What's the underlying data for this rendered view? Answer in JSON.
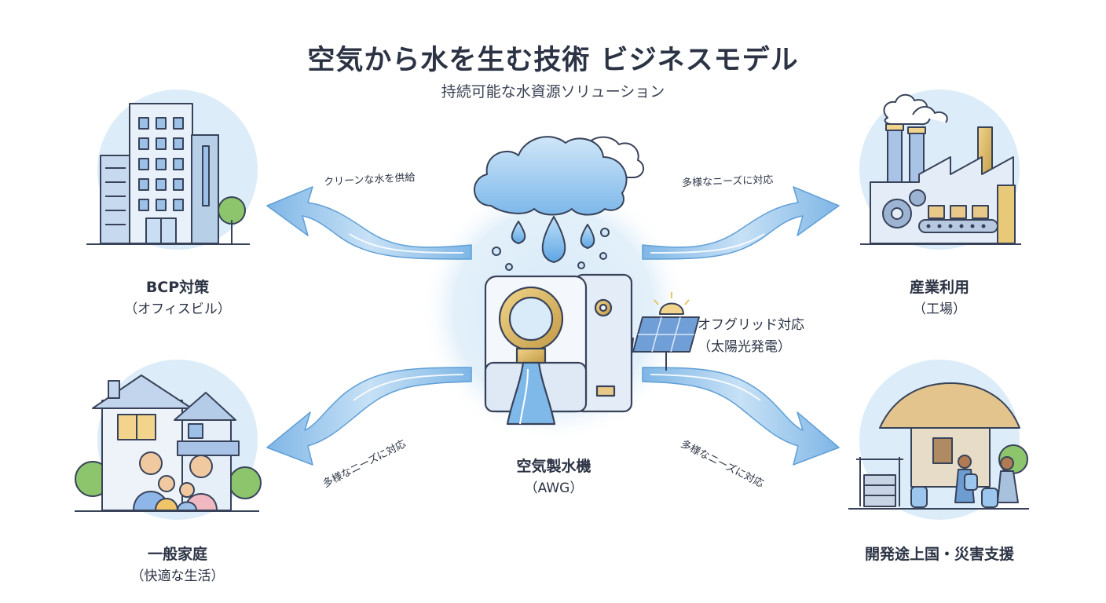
{
  "title": "空気から水を生む技術 ビジネスモデル",
  "subtitle": "持続可能な水資源ソリューション",
  "center": {
    "name": "空気製水機",
    "sub": "（AWG）"
  },
  "solar": {
    "name": "オフグリッド対応",
    "sub": "（太陽光発電）"
  },
  "nodes": [
    {
      "id": "office",
      "name": "BCP対策",
      "sub": "（オフィスビル）"
    },
    {
      "id": "home",
      "name": "一般家庭",
      "sub": "（快適な生活）"
    },
    {
      "id": "factory",
      "name": "産業利用",
      "sub": "（工場）"
    },
    {
      "id": "village",
      "name": "開発途上国・災害支援",
      "sub": ""
    }
  ],
  "arrows": [
    {
      "id": "top-left",
      "label": "クリーンな水を供給"
    },
    {
      "id": "bottom-left",
      "label": "多様なニーズに対応"
    },
    {
      "id": "top-right",
      "label": "多様なニーズに対応"
    },
    {
      "id": "bottom-right",
      "label": "多様なニーズに対応"
    }
  ],
  "colors": {
    "circle_bg": "#dcecf8",
    "arrow_blue": "#9dc9ee",
    "gold": "#d4b05c",
    "outline": "#38435a"
  }
}
